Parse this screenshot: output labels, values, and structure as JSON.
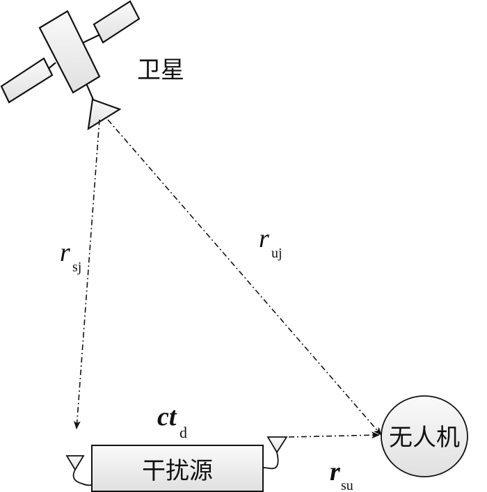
{
  "labels": {
    "satellite": "卫星",
    "jammer": "干扰源",
    "uav": "无人机",
    "r_sj": {
      "main": "r",
      "sub": "sj"
    },
    "r_uj": {
      "main": "r",
      "sub": "uj"
    },
    "r_su": {
      "main": "r",
      "sub": "su"
    },
    "ct_d": {
      "main": "ct",
      "sub": "d"
    }
  },
  "colors": {
    "fill": "#ececec",
    "stroke": "#111111"
  }
}
